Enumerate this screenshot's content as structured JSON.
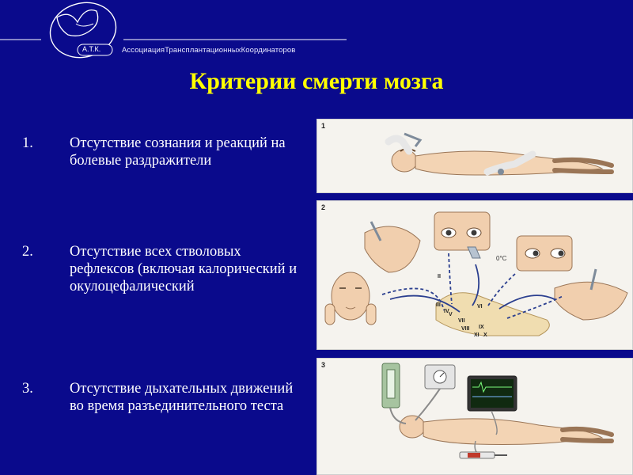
{
  "header": {
    "logo_text": "А.Т.К.",
    "association": "АссоциацияТрансплантационныхКоординаторов"
  },
  "title": "Критерии смерти мозга",
  "criteria": [
    {
      "num": "1.",
      "text": "Отсутствие сознания и реакций на болевые раздражители"
    },
    {
      "num": "2.",
      "text": "Отсутствие всех стволовых рефлексов (включая калорический и окулоцефалический"
    },
    {
      "num": "3.",
      "text": "Отсутствие дыхательных движений во время разъединительного теста"
    }
  ],
  "panels": [
    {
      "num": "1"
    },
    {
      "num": "2",
      "temp_label": "0°C",
      "nerves": [
        "II",
        "III",
        "IV",
        "V",
        "VI",
        "VII",
        "VIII",
        "IX",
        "X",
        "XI"
      ]
    },
    {
      "num": "3"
    }
  ],
  "colors": {
    "background": "#0a0a8c",
    "title": "#ffff00",
    "text": "#ffffff"
  }
}
